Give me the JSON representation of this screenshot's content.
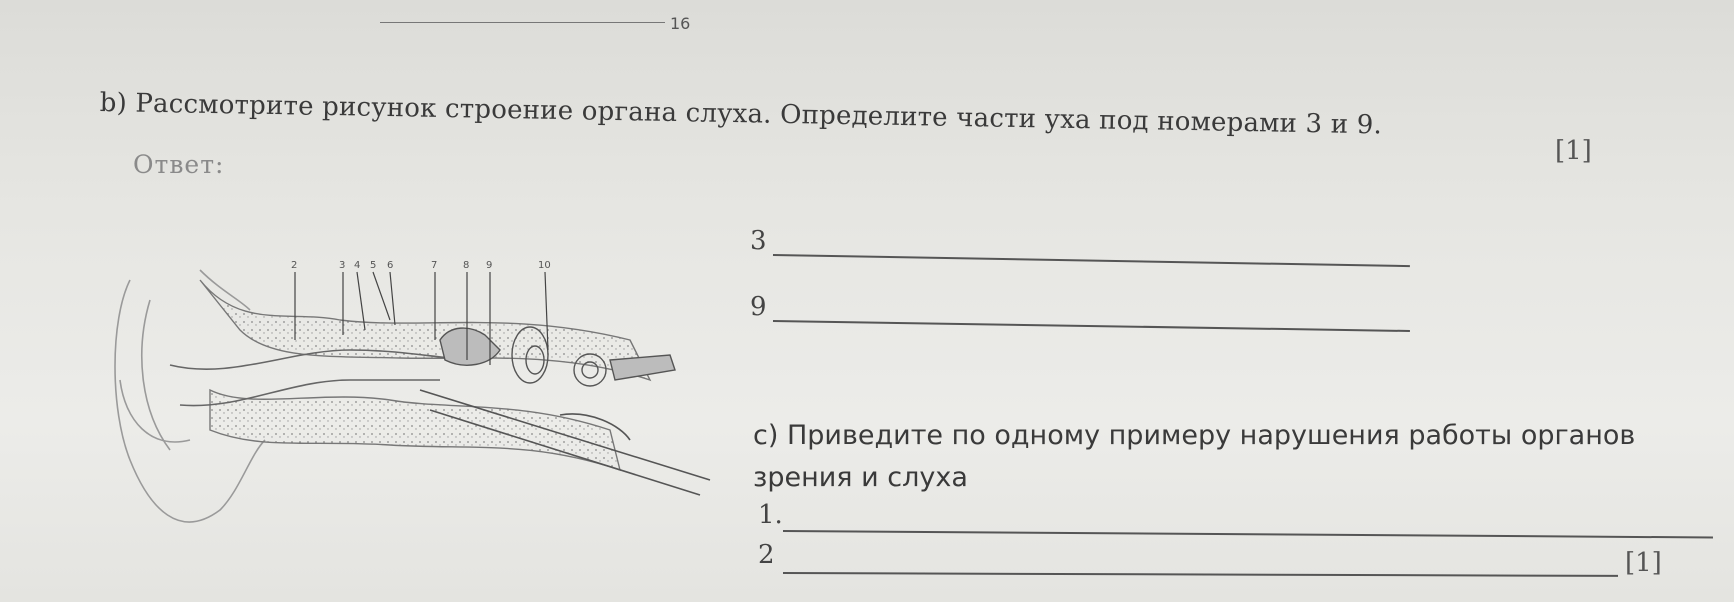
{
  "header": {
    "page_number": "16"
  },
  "task_b": {
    "text": "b) Рассмотрите рисунок строение органа слуха. Определите части уха под номерами 3 и 9.",
    "mark": "[1]",
    "answer_label": "Ответ:",
    "answers": [
      {
        "number": "3",
        "value": ""
      },
      {
        "number": "9",
        "value": ""
      }
    ]
  },
  "figure": {
    "labels": [
      "2",
      "3",
      "4",
      "5",
      "6",
      "7",
      "8",
      "9",
      "10"
    ]
  },
  "task_c": {
    "text_line1": "с) Приведите по одному примеру нарушения работы органов",
    "text_line2": "зрения и слуха",
    "answers": [
      {
        "number": "1.",
        "value": ""
      },
      {
        "number": "2",
        "value": ""
      }
    ],
    "mark": "[1]"
  }
}
